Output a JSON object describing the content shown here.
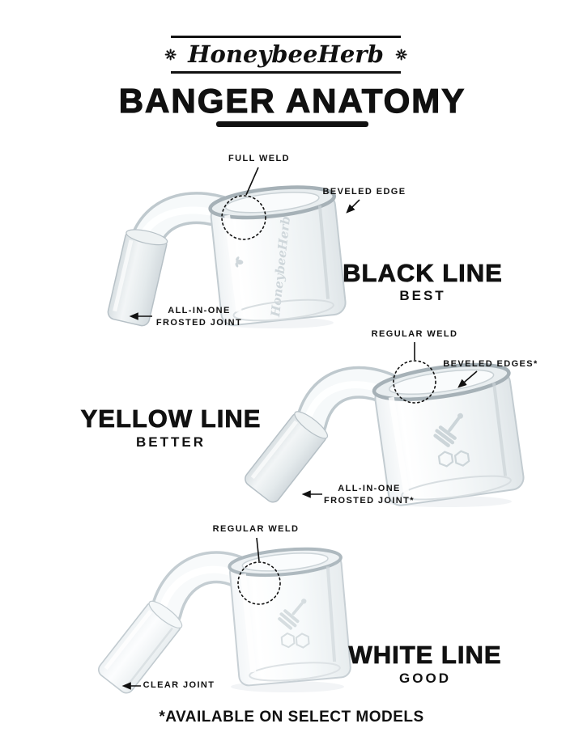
{
  "brand": {
    "logo_text": "HoneybeeHerb"
  },
  "title": "BANGER ANATOMY",
  "footnote": "*AVAILABLE ON SELECT MODELS",
  "sections": [
    {
      "product": "BLACK LINE",
      "grade": "BEST",
      "etched_text": "HoneybeeHerb",
      "labels": {
        "weld": "FULL WELD",
        "edge": "BEVELED EDGE",
        "joint_line1": "ALL-IN-ONE",
        "joint_line2": "FROSTED JOINT"
      }
    },
    {
      "product": "YELLOW LINE",
      "grade": "BETTER",
      "labels": {
        "weld": "REGULAR WELD",
        "edge": "BEVELED EDGES*",
        "joint_line1": "ALL-IN-ONE",
        "joint_line2": "FROSTED JOINT*"
      }
    },
    {
      "product": "WHITE LINE",
      "grade": "GOOD",
      "labels": {
        "weld": "REGULAR WELD",
        "joint_line1": "CLEAR JOINT"
      }
    }
  ]
}
